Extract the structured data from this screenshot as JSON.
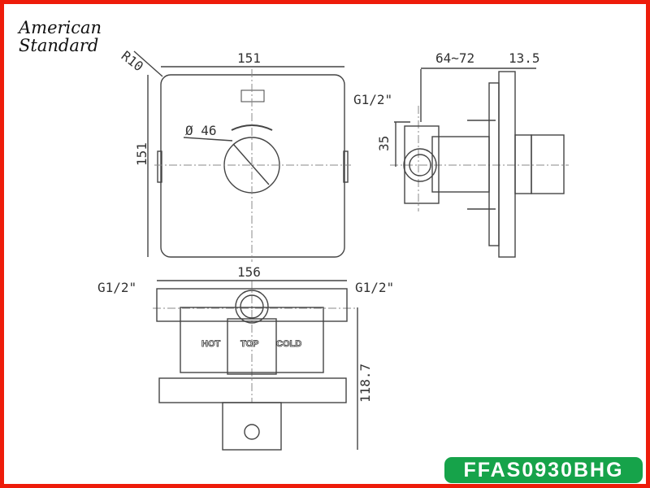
{
  "brand": {
    "line1": "American",
    "line2": "Standard"
  },
  "model_badge": {
    "text": "FFAS0930BHG",
    "color": "#16a34a"
  },
  "border_color": "#ee1c0a",
  "front_view": {
    "corner_radius": "R10",
    "width": "151",
    "height": "151",
    "knob_diameter": "Ø 46"
  },
  "side_view": {
    "depth_range": "64~72",
    "plate_thickness": "13.5",
    "inlet": "G1/2\"",
    "inlet_height": "35"
  },
  "bottom_view": {
    "width": "156",
    "inlet_left": "G1/2\"",
    "inlet_right": "G1/2\"",
    "height": "118.7",
    "label_hot": "HOT",
    "label_top": "TOP",
    "label_cold": "COLD"
  }
}
